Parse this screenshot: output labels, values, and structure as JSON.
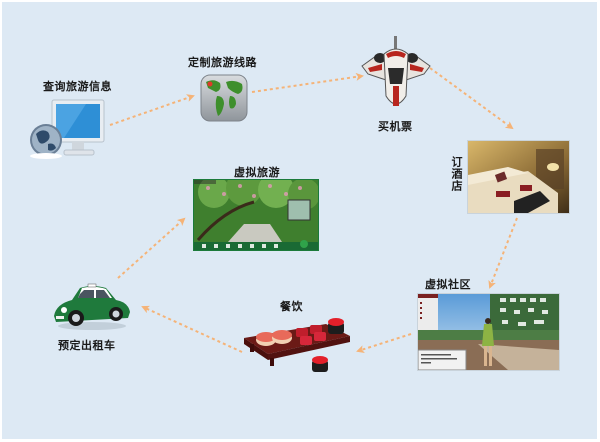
{
  "diagram": {
    "title": "",
    "colors": {
      "background": "#dde9f4",
      "arrow": "#f5b377",
      "label": "#1a1a1a"
    },
    "nodes": [
      {
        "id": "query",
        "label": "查询旅游信息",
        "icon": "computer-globe-icon"
      },
      {
        "id": "route",
        "label": "定制旅游线路",
        "icon": "world-map-icon"
      },
      {
        "id": "ticket",
        "label": "买机票",
        "icon": "spaceship-icon"
      },
      {
        "id": "hotel",
        "label": "订酒店",
        "icon": "hotel-room-photo"
      },
      {
        "id": "community",
        "label": "虚拟社区",
        "icon": "virtual-community-screenshot"
      },
      {
        "id": "dining",
        "label": "餐饮",
        "icon": "sushi-tray-icon"
      },
      {
        "id": "taxi",
        "label": "预定出租车",
        "icon": "taxi-car-icon"
      },
      {
        "id": "tour",
        "label": "虚拟旅游",
        "icon": "virtual-tour-screenshot"
      }
    ],
    "edges": [
      {
        "from": "query",
        "to": "route"
      },
      {
        "from": "route",
        "to": "ticket"
      },
      {
        "from": "ticket",
        "to": "hotel"
      },
      {
        "from": "hotel",
        "to": "community"
      },
      {
        "from": "community",
        "to": "dining"
      },
      {
        "from": "dining",
        "to": "taxi"
      },
      {
        "from": "taxi",
        "to": "tour"
      }
    ]
  }
}
